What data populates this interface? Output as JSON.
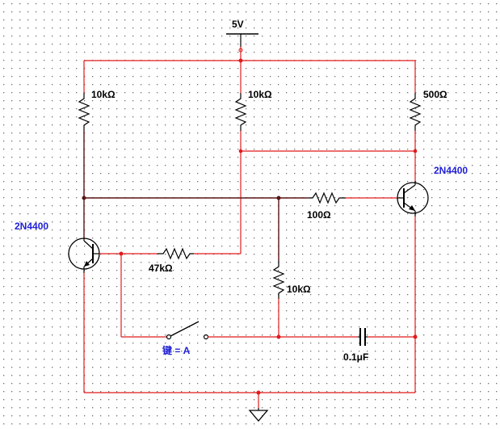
{
  "colors": {
    "background": "#ffffff",
    "grid_dot": "#6e6e6e",
    "wire_red": "#e11b1b",
    "wire_dark": "#5a1414",
    "component": "#000000",
    "part_label": "#1f1fd6"
  },
  "supply": {
    "label": "5V"
  },
  "resistors": {
    "r_left_top": "10kΩ",
    "r_mid_top": "10kΩ",
    "r_right_top": "500Ω",
    "r_base_right": "100Ω",
    "r_base_left": "47kΩ",
    "r_center_down": "10kΩ"
  },
  "transistors": {
    "q_left": "2N4400",
    "q_right": "2N4400"
  },
  "switch": {
    "label": "键 = A"
  },
  "capacitor": {
    "label": "0.1μF"
  }
}
